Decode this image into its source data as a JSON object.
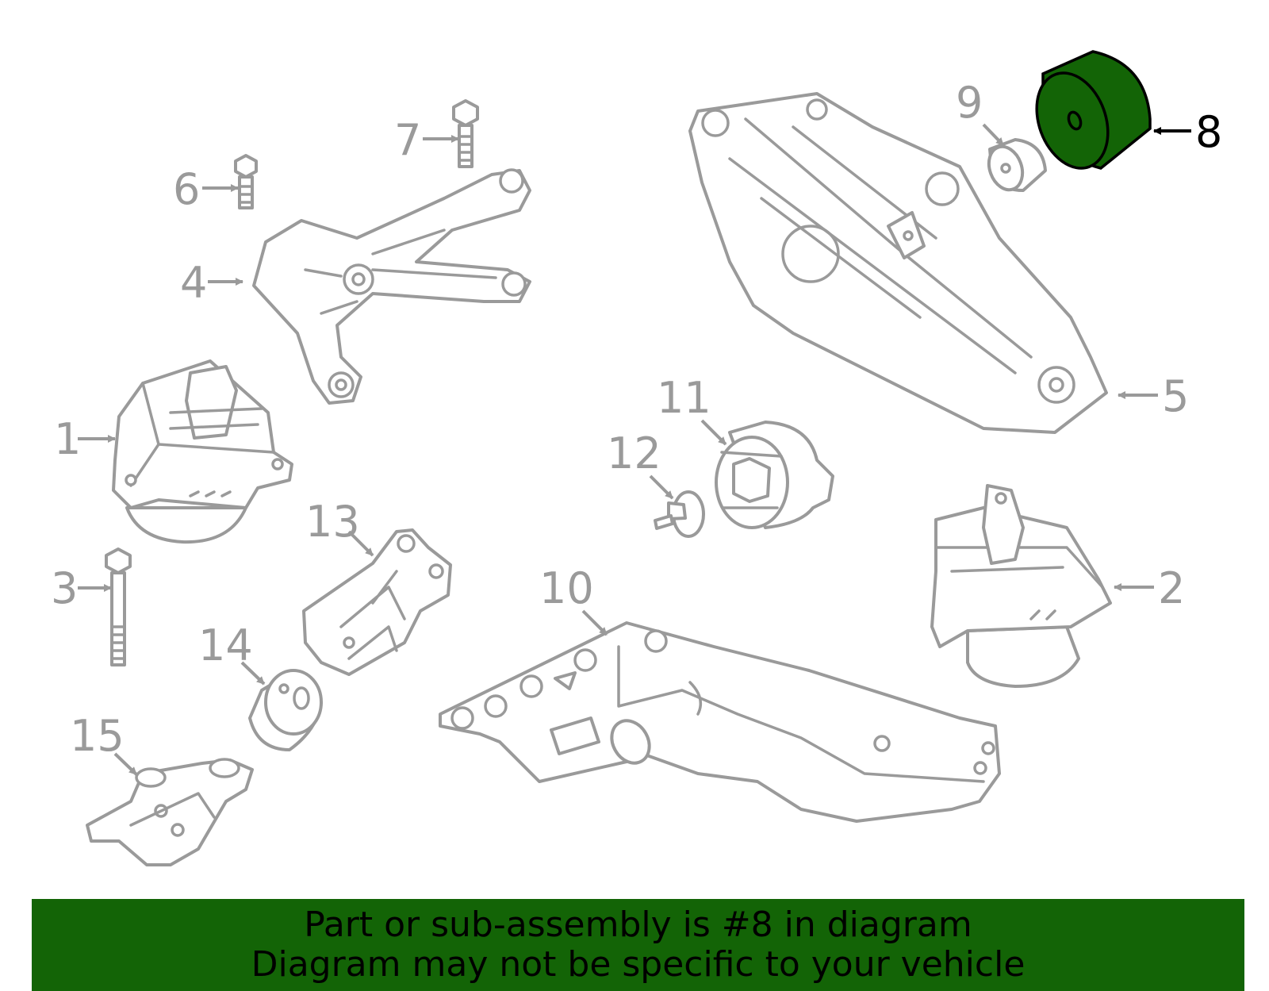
{
  "highlight_color": "#136406",
  "outline_color": "#9a9a9a",
  "highlighted_part": "8",
  "callouts": {
    "c1": "1",
    "c2": "2",
    "c3": "3",
    "c4": "4",
    "c5": "5",
    "c6": "6",
    "c7": "7",
    "c8": "8",
    "c9": "9",
    "c10": "10",
    "c11": "11",
    "c12": "12",
    "c13": "13",
    "c14": "14",
    "c15": "15"
  },
  "banner": {
    "line1": "Part or sub-assembly is #8 in diagram",
    "line2": "Diagram may not be specific to your vehicle"
  }
}
